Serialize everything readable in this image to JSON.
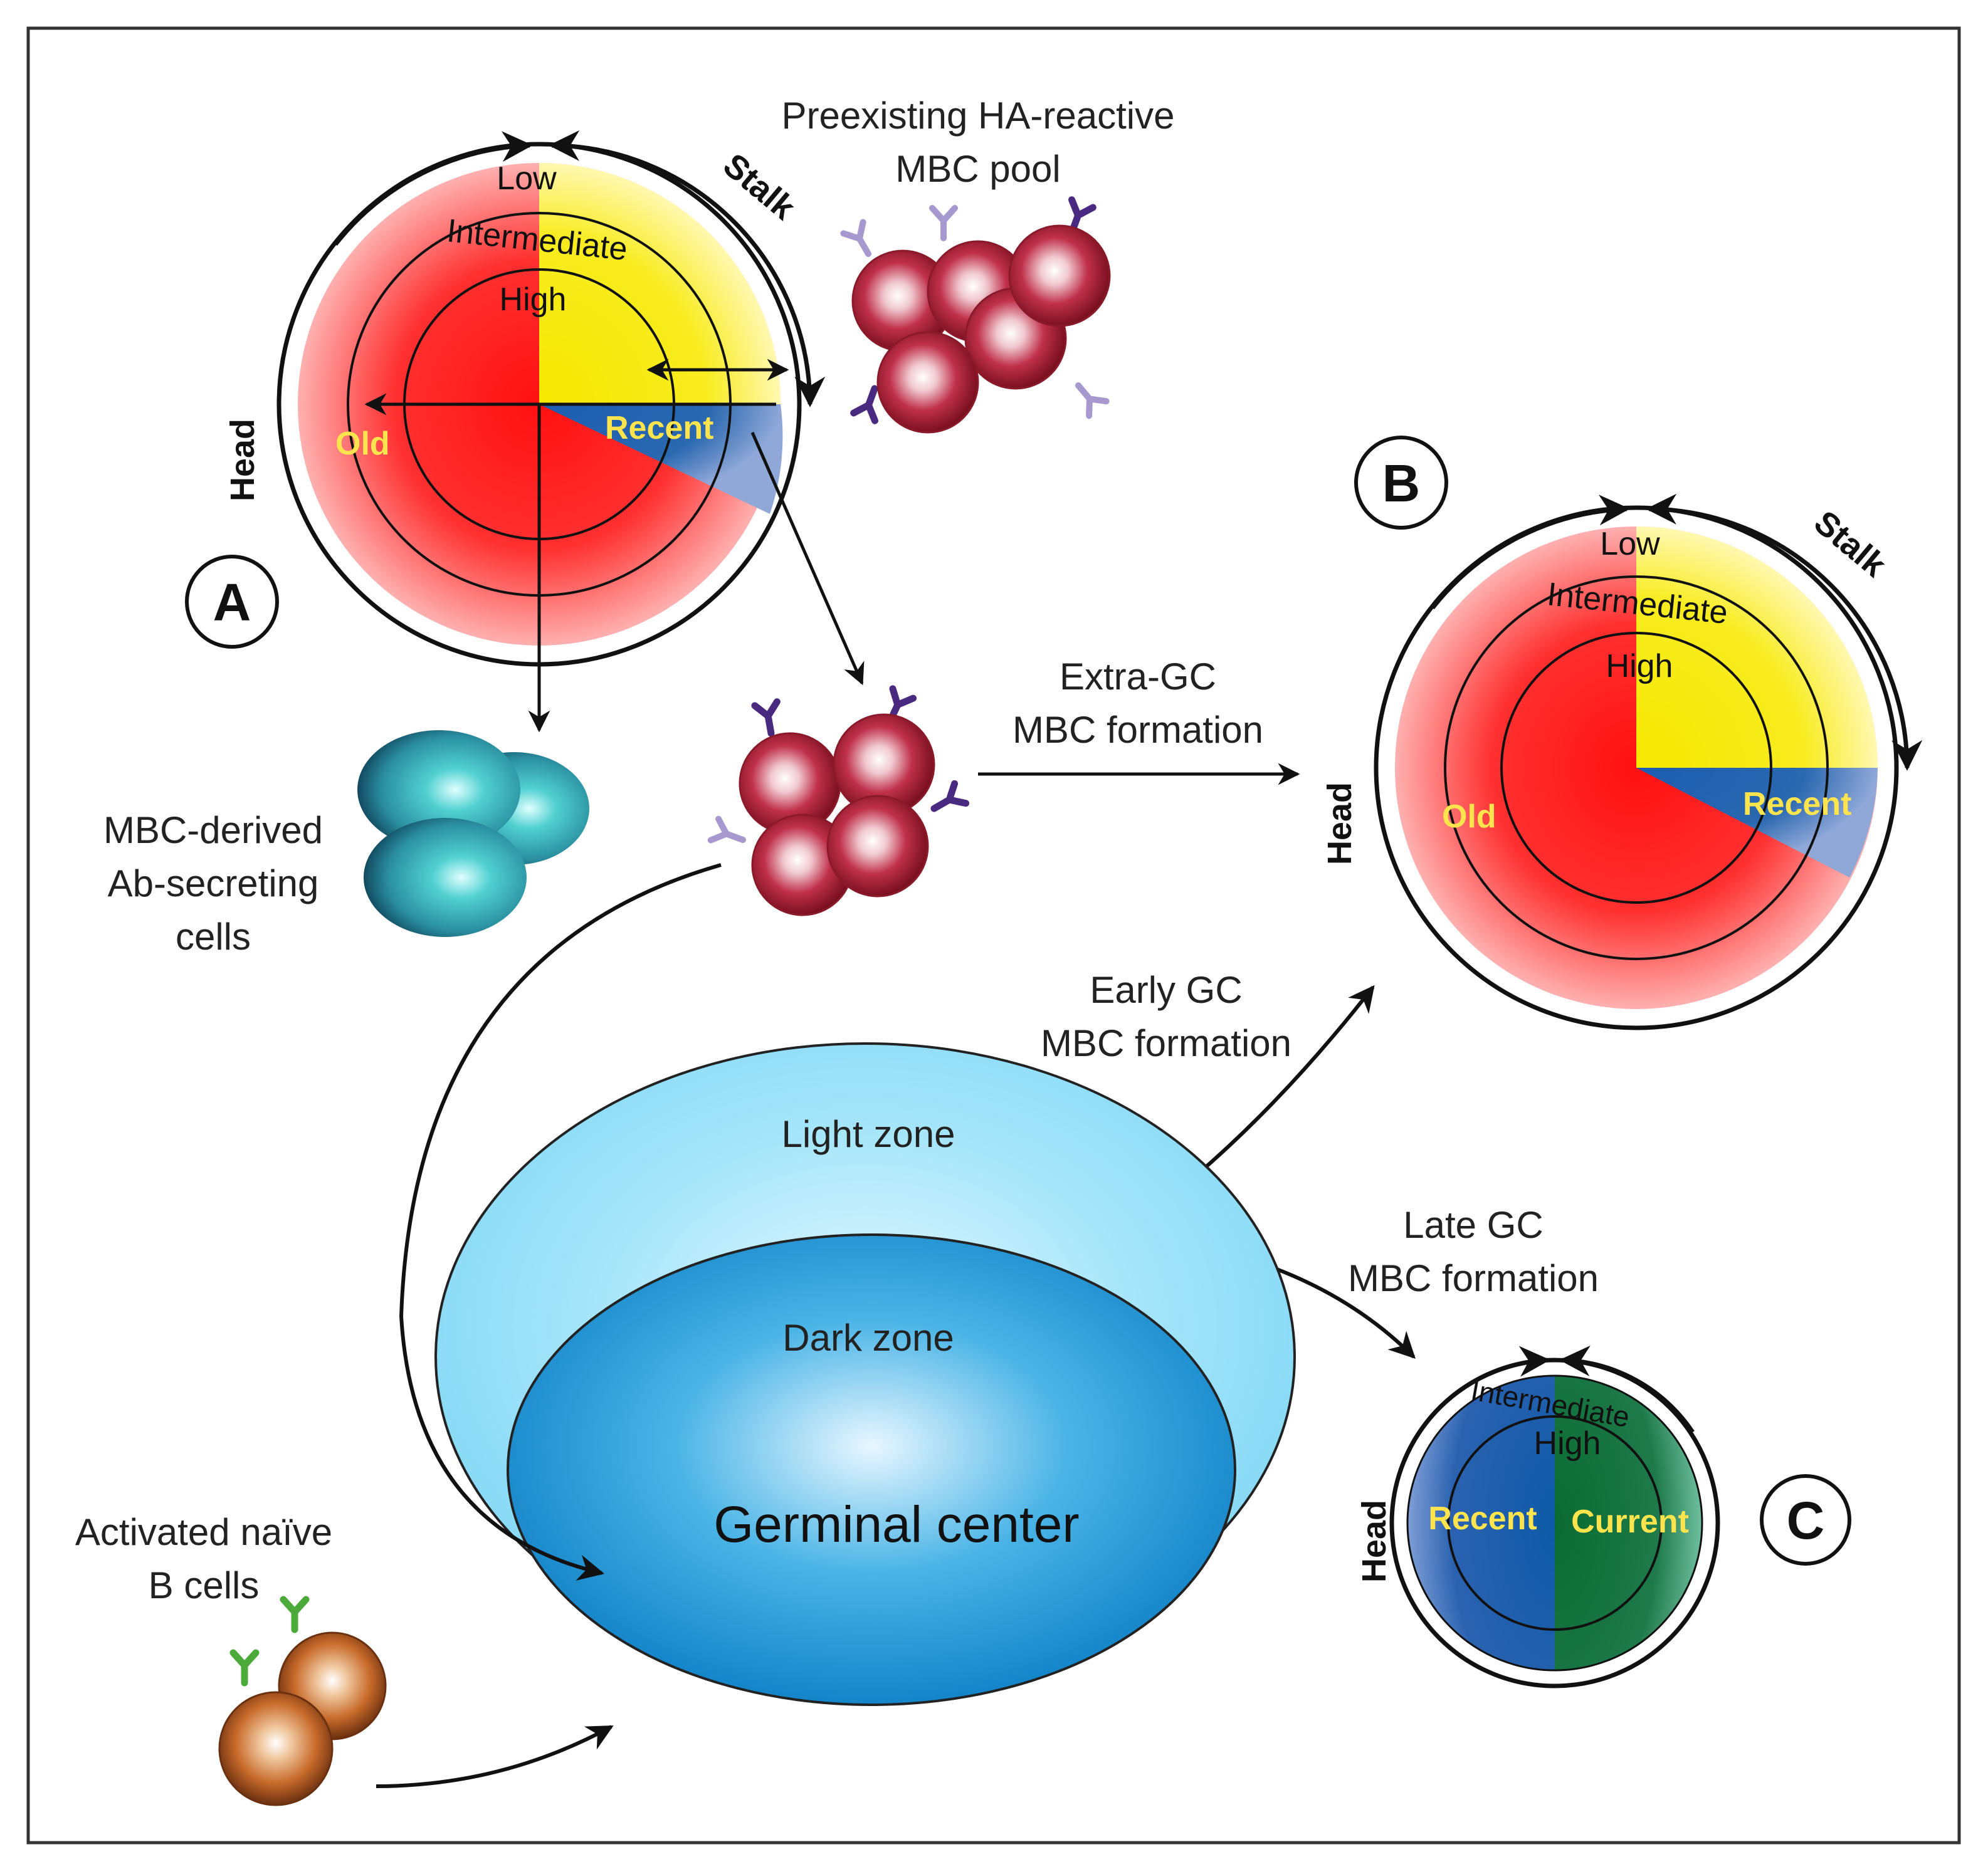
{
  "colors": {
    "old_red": "#ff2a2a",
    "high_yellow": "#f8ec1a",
    "recent_blue": "#1f5fa8",
    "current_green": "#1e7a4a",
    "light_zone": "#8edcf5",
    "dark_zone": "#1a8fd0",
    "mbc_cell": "#c0304a",
    "asc_cell": "#2a8fa0",
    "naive_cell": "#c86a2a",
    "antibody": "#4a2a80",
    "naive_antibody": "#4caa3a"
  },
  "panels": {
    "a": {
      "letter": "A",
      "stalk": "Stalk",
      "head": "Head",
      "low": "Low",
      "intermediate": "Intermediate",
      "high": "High",
      "old": "Old",
      "recent": "Recent"
    },
    "b": {
      "letter": "B",
      "stalk": "Stalk",
      "head": "Head",
      "low": "Low",
      "intermediate": "Intermediate",
      "high": "High",
      "old": "Old",
      "recent": "Recent"
    },
    "c": {
      "letter": "C",
      "head": "Head",
      "intermediate": "Intermediate",
      "high": "High",
      "recent": "Recent",
      "current": "Current"
    }
  },
  "labels": {
    "pool_line1": "Preexisting HA-reactive",
    "pool_line2": "MBC pool",
    "extra_gc_line1": "Extra-GC",
    "extra_gc_line2": "MBC formation",
    "early_gc_line1": "Early GC",
    "early_gc_line2": "MBC formation",
    "late_gc_line1": "Late GC",
    "late_gc_line2": "MBC formation",
    "asc_line1": "MBC-derived",
    "asc_line2": "Ab-secreting",
    "asc_line3": "cells",
    "naive_line1": "Activated naïve",
    "naive_line2": "B cells"
  },
  "germinal_center": {
    "light_zone": "Light zone",
    "dark_zone": "Dark zone",
    "title": "Germinal center"
  }
}
